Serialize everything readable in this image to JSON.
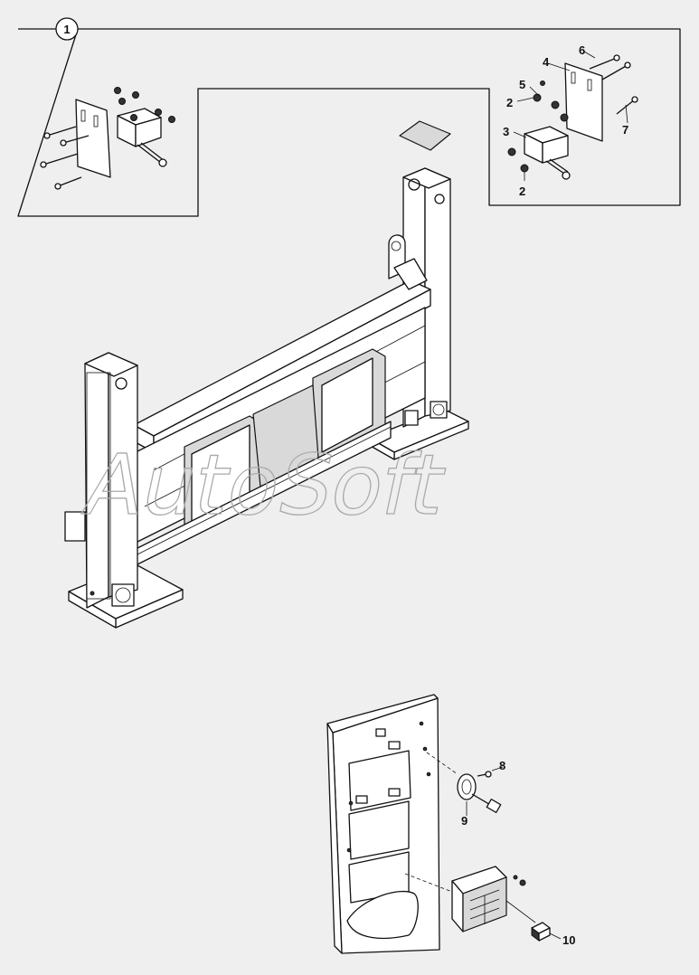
{
  "detail_ref": "1",
  "callouts": {
    "c2a": "2",
    "c2b": "2",
    "c3": "3",
    "c4": "4",
    "c5": "5",
    "c6": "6",
    "c7": "7",
    "c8": "8",
    "c9": "9",
    "c10": "10"
  },
  "watermark": "AutoSoft",
  "colors": {
    "background": "#efefef",
    "line": "#111111",
    "watermark": "#aaaaaa"
  }
}
